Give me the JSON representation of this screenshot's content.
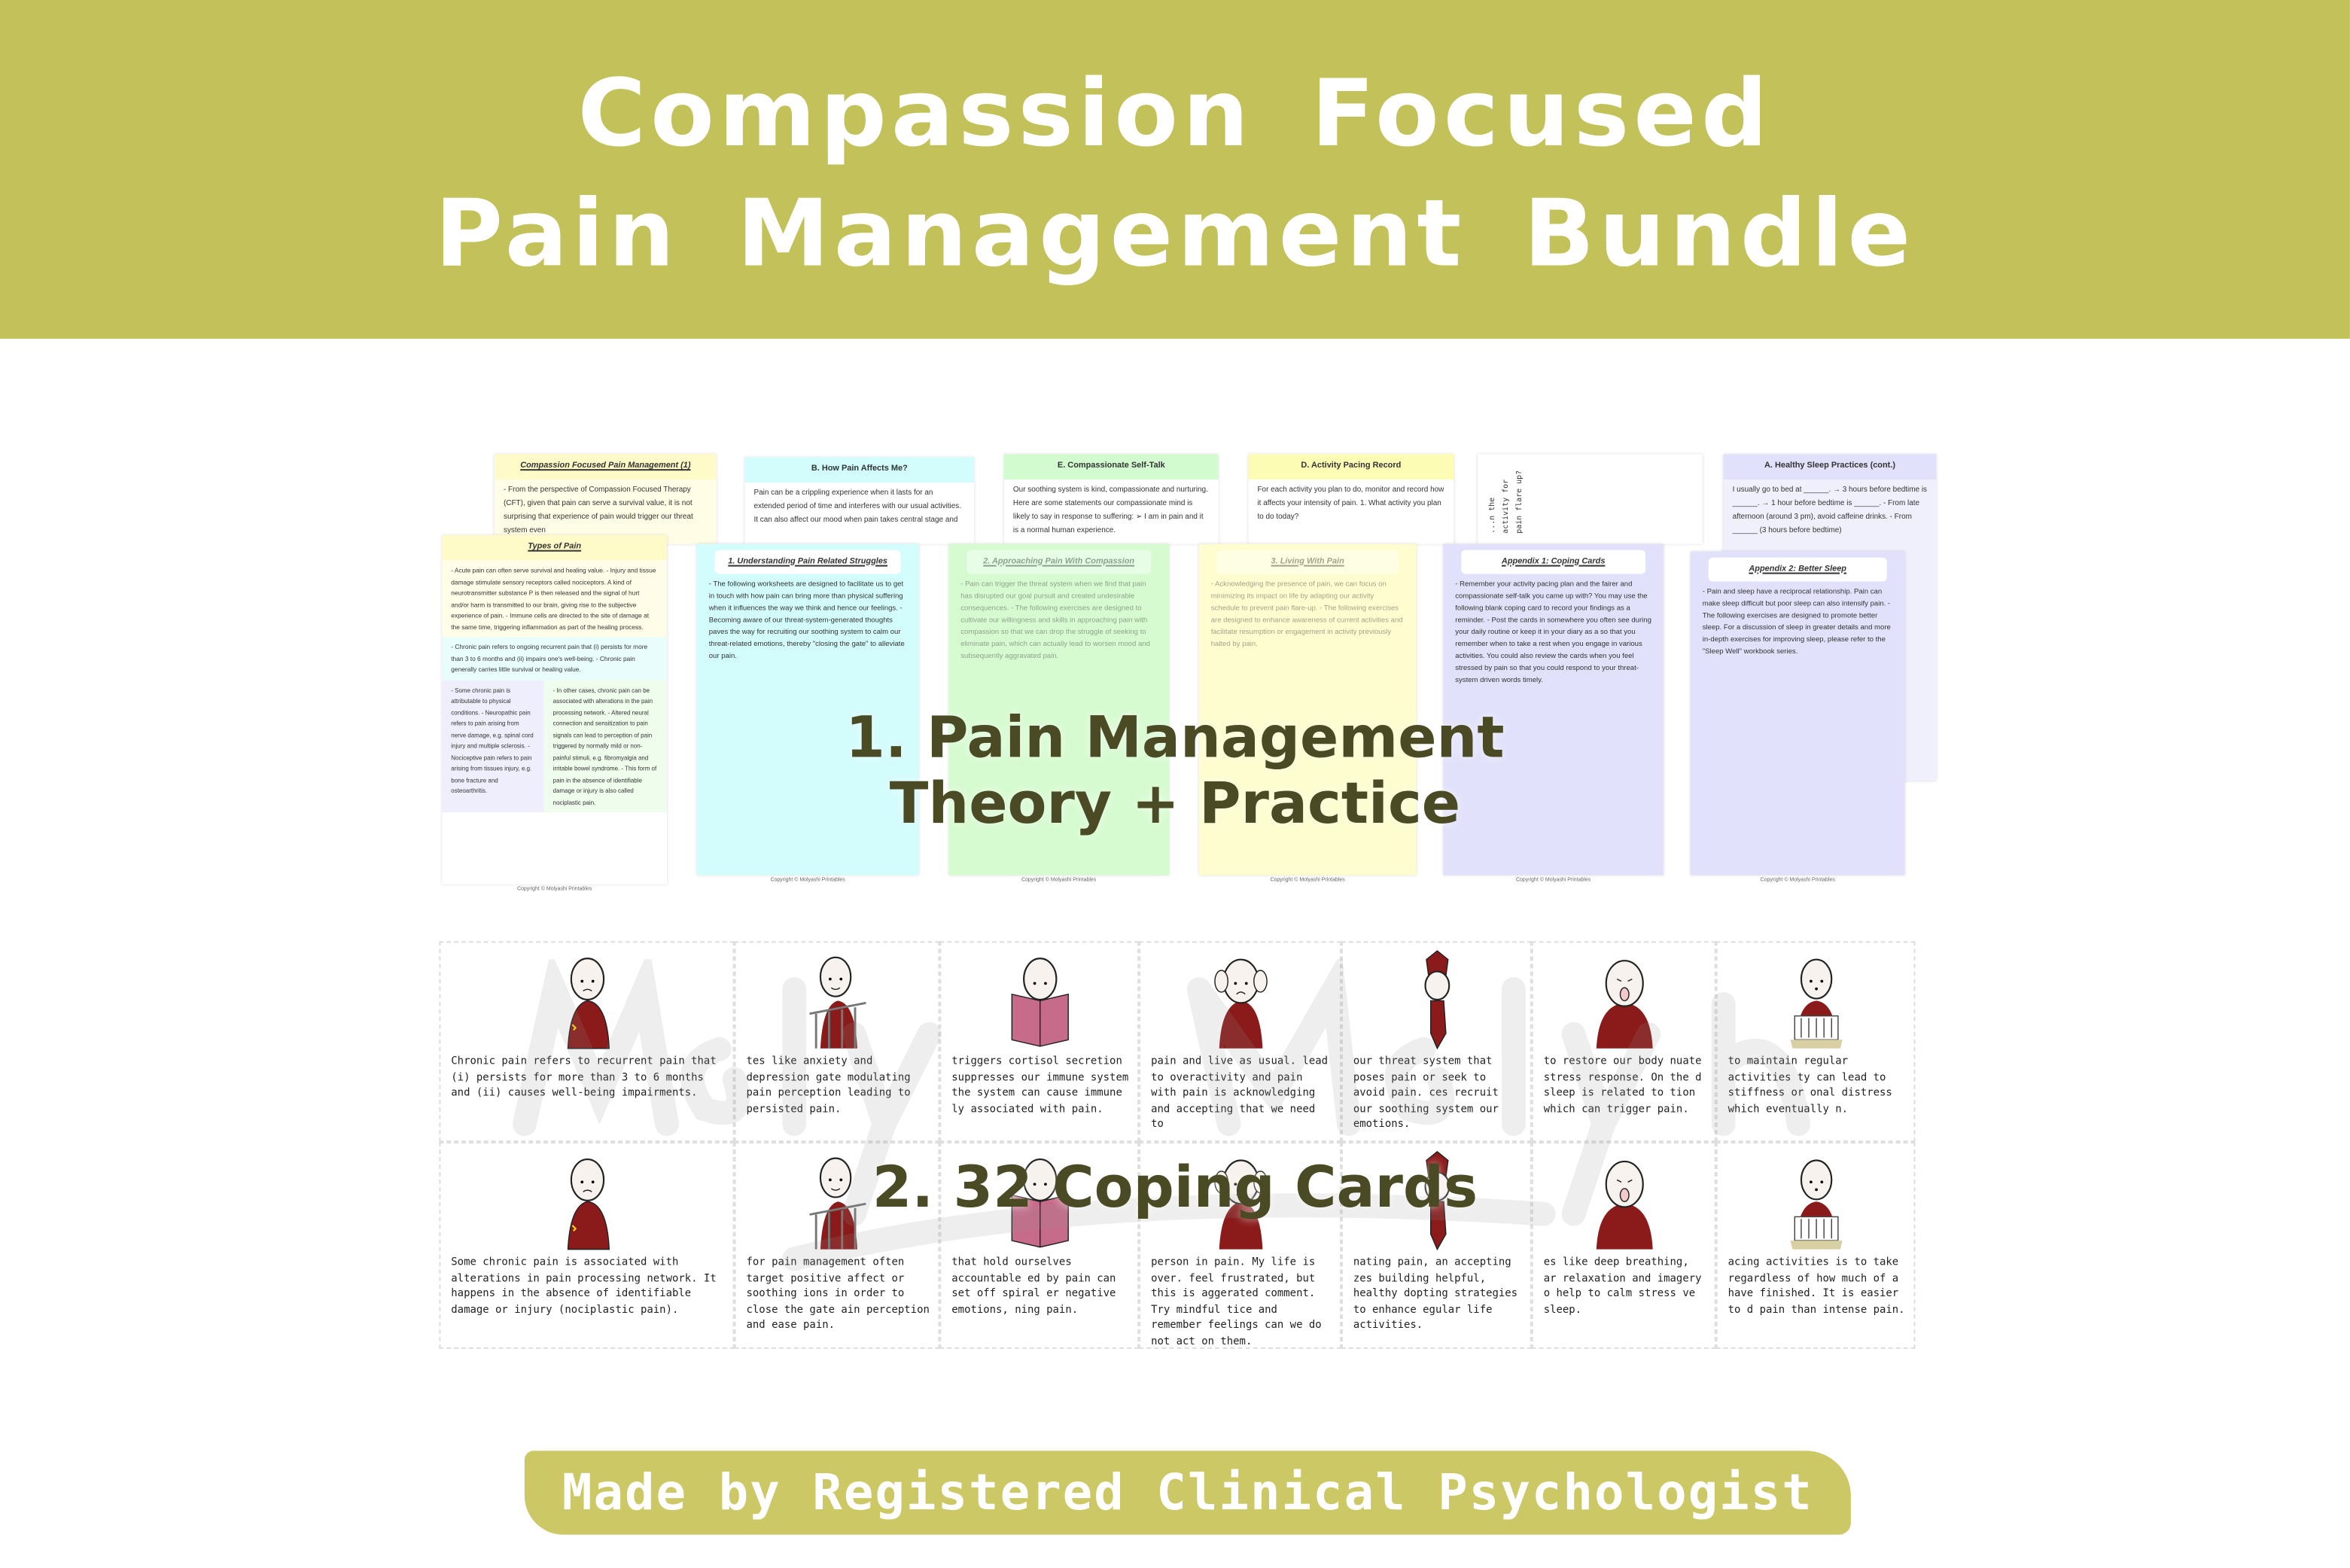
{
  "header": {
    "title_line1": "Compassion Focused",
    "title_line2": "Pain Management Bundle",
    "color": "#c3c25a"
  },
  "back_pages": [
    {
      "title": "Compassion Focused Pain Management (1)",
      "body": "- From the perspective of Compassion Focused Therapy (CFT), given that pain can serve a survival value, it is not surprising that experience of pain would trigger our threat system even"
    },
    {
      "title": "B. How Pain Affects Me?",
      "body": "Pain can be a crippling experience when it lasts for an extended period of time and interferes with our usual activities. It can also affect our mood when pain takes central stage and"
    },
    {
      "title": "E. Compassionate Self-Talk",
      "body": "Our soothing system is kind, compassionate and nurturing. Here are some statements our compassionate mind is likely to say in response to suffering: ➢ I am in pain and it is a normal human experience."
    },
    {
      "title": "D. Activity Pacing Record",
      "body": "For each activity you plan to do, monitor and record how it affects your intensity of pain. 1. What activity you plan to do today?"
    },
    {
      "title": "",
      "body": "...n the activity for pain flare up?"
    },
    {
      "title": "A. Healthy Sleep Practices (cont.)",
      "body": "I usually go to bed at ______. → 3 hours before bedtime is ______. → 1 hour before bedtime is ______. - From late afternoon (around 3 pm), avoid caffeine drinks. - From ______ (3 hours before bedtime)"
    }
  ],
  "types_page": {
    "title": "Types of Pain",
    "sec1": "- Acute pain can often serve survival and healing value. - Injury and tissue damage stimulate sensory receptors called nociceptors. A kind of neurotransmitter substance P is then released and the signal of hurt and/or harm is transmitted to our brain, giving rise to the subjective experience of pain. - Immune cells are directed to the site of damage at the same time, triggering inflammation as part of the healing process.",
    "sec2": "- Chronic pain refers to ongoing recurrent pain that (i) persists for more than 3 to 6 months and (ii) impairs one's well-being. - Chronic pain generally carries little survival or healing value.",
    "sec3a": "- Some chronic pain is attributable to physical conditions. - Neuropathic pain refers to pain arising from nerve damage, e.g. spinal cord injury and multiple sclerosis. - Nociceptive pain refers to pain arising from tissues injury, e.g. bone fracture and osteoarthritis.",
    "sec3b": "- In other cases, chronic pain can be associated with alterations in the pain processing network. - Altered neural connection and sensitization to pain signals can lead to perception of pain triggered by normally mild or non-painful stimuli, e.g. fibromyalgia and irritable bowel syndrome. - This form of pain in the absence of identifiable damage or injury is also called nociplastic pain.",
    "copyright": "Copyright © Molyashi Printables"
  },
  "cover_pages": [
    {
      "title": "1. Understanding Pain Related Struggles",
      "body": "- The following worksheets are designed to facilitate us to get in touch with how pain can bring more than physical suffering when it influences the way we think and hence our feelings. - Becoming aware of our threat-system-generated thoughts paves the way for recruiting our soothing system to calm our threat-related emotions, thereby \"closing the gate\" to alleviate our pain.",
      "copyright": "Copyright © Molyashi Printables",
      "color": "#d3fcfc"
    },
    {
      "title": "2. Approaching Pain With Compassion",
      "body": "- Pain can trigger the threat system when we find that pain has disrupted our goal pursuit and created undesirable consequences. - The following exercises are designed to cultivate our willingness and skills in approaching pain with compassion so that we can drop the struggle of seeking to eliminate pain, which can actually lead to worsen mood and subsequently aggravated pain.",
      "copyright": "Copyright © Molyashi Printables",
      "color": "#d6fbd0"
    },
    {
      "title": "3. Living With Pain",
      "body": "- Acknowledging the presence of pain, we can focus on minimizing its impact on life by adapting our activity schedule to prevent pain flare-up. - The following exercises are designed to enhance awareness of current activities and facilitate resumption or engagement in activity previously halted by pain.",
      "copyright": "Copyright © Molyashi Printables",
      "color": "#fdfdcf"
    },
    {
      "title": "Appendix 1: Coping Cards",
      "body": "- Remember your activity pacing plan and the fairer and compassionate self-talk you came up with? You may use the following blank coping card to record your findings as a reminder. - Post the cards in somewhere you often see during your daily routine or keep it in your diary as a so that you remember when to take a rest when you engage in various activities. You could also review the cards when you feel stressed by pain so that you could respond to your threat-system driven words timely.",
      "copyright": "Copyright © Molyashi Printables",
      "color": "#e1e1fb"
    },
    {
      "title": "Appendix 2: Better Sleep",
      "body": "- Pain and sleep have a reciprocal relationship. Pain can make sleep difficult but poor sleep can also intensify pain. - The following exercises are designed to promote better sleep. For a discussion of sleep in greater details and more in-depth exercises for improving sleep, please refer to the \"Sleep Well\" workbook series.",
      "copyright": "Copyright © Molyashi Printables",
      "color": "#e1e1fb"
    }
  ],
  "overlay": {
    "line1": "1. Pain Management",
    "line2": "Theory + Practice",
    "line3": "2. 32 Coping Cards",
    "color": "#4a4a24"
  },
  "cards": [
    {
      "text": "Chronic pain refers to recurrent pain that (i) persists for more than 3 to 6 months and (ii) causes well-being impairments.",
      "figure": "holding-arm"
    },
    {
      "text": "tes like anxiety and depression gate modulating pain perception leading to persisted pain.",
      "figure": "behind-bars"
    },
    {
      "text": "triggers cortisol secretion suppresses our immune system the system can cause immune ly associated with pain.",
      "figure": "reading-book"
    },
    {
      "text": "pain and live as usual. lead to overactivity and pain with pain is acknowledging and accepting that we need to",
      "figure": "holding-head"
    },
    {
      "text": "our threat system that poses pain or seek to avoid pain. ces recruit our soothing system our emotions.",
      "figure": "stretching"
    },
    {
      "text": "to restore our body nuate stress response. On the d sleep is related to tion which can trigger pain.",
      "figure": "yawning"
    },
    {
      "text": "to maintain regular activities ty can lead to stiffness or onal distress which eventually n.",
      "figure": "at-desk"
    },
    {
      "text": "Some chronic pain is associated with alterations in pain processing network. It happens in the absence of identifiable damage or injury (nociplastic pain).",
      "figure": "holding-arm"
    },
    {
      "text": "for pain management often target positive affect or soothing ions in order to close the gate ain perception and ease pain.",
      "figure": "behind-bars"
    },
    {
      "text": "that hold ourselves accountable ed by pain can set off spiral er negative emotions, ning pain.",
      "figure": "reading-book"
    },
    {
      "text": "person in pain. My life is over. feel frustrated, but this is aggerated comment. Try mindful tice and remember feelings can we do not act on them.",
      "figure": "holding-head"
    },
    {
      "text": "nating pain, an accepting zes building helpful, healthy dopting strategies to enhance egular life activities.",
      "figure": "stretching"
    },
    {
      "text": "es like deep breathing, ar relaxation and imagery o help to calm stress ve sleep.",
      "figure": "yawning"
    },
    {
      "text": "acing activities is to take regardless of how much of a have finished. It is easier to d pain than intense pain.",
      "figure": "at-desk"
    }
  ],
  "watermark": "Molyashi",
  "footer": {
    "text": "Made by Registered Clinical Psychologist",
    "color": "#c9c55e"
  }
}
